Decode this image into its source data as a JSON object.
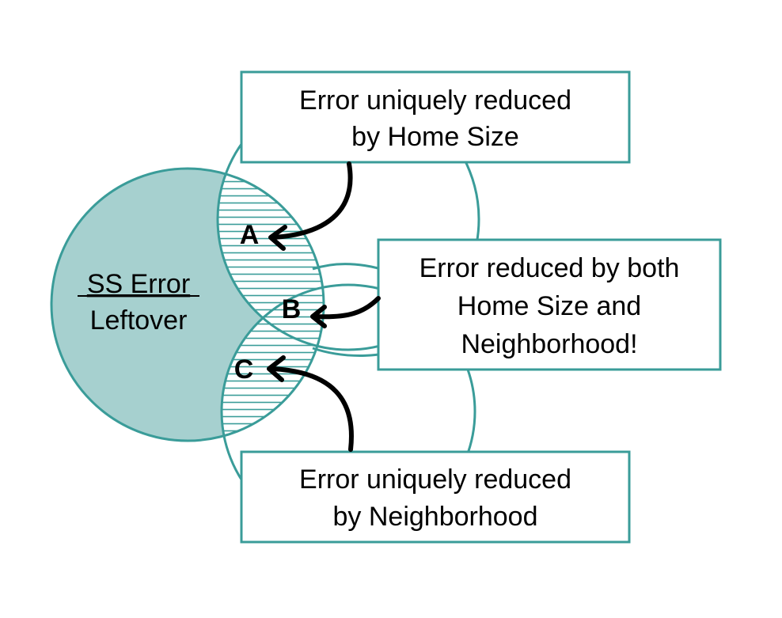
{
  "diagram": {
    "main_circle": {
      "line1": "SS Error",
      "line2": "Leftover",
      "fill_color": "#a6d0cf",
      "stroke_color": "#3a9c99"
    },
    "sections": {
      "a": "A",
      "b": "B",
      "c": "C"
    },
    "boxes": {
      "top": {
        "line1": "Error uniquely reduced",
        "line2": "by Home Size"
      },
      "middle": {
        "line1": "Error reduced by both",
        "line2": "Home Size and",
        "line3": "Neighborhood!"
      },
      "bottom": {
        "line1": "Error uniquely reduced",
        "line2": "by Neighborhood"
      }
    }
  }
}
